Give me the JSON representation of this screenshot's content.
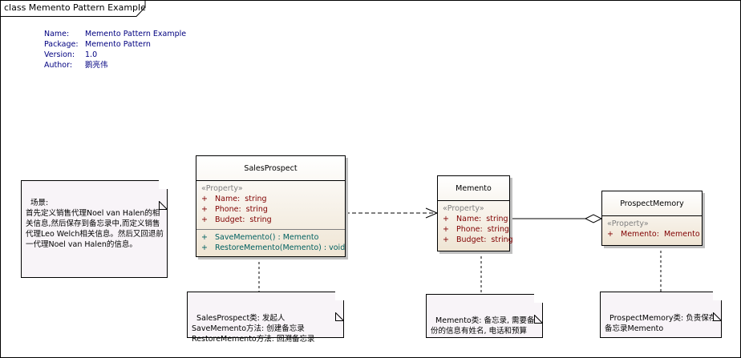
{
  "frame": {
    "title": "class Memento Pattern Example"
  },
  "meta": [
    {
      "key": "Name:",
      "value": "Memento Pattern Example"
    },
    {
      "key": "Package:",
      "value": "Memento Pattern"
    },
    {
      "key": "Version:",
      "value": "1.0"
    },
    {
      "key": "Author:",
      "value": "鹅亮伟"
    }
  ],
  "scenario_note": "场景:\n首先定义销售代理Noel van Halen的相关信息,然后保存到备忘录中,而定义销售代理Leo Welch相关信息。然后又回退前一代理Noel van Halen的信息。",
  "classes": {
    "sales_prospect": {
      "name": "SalesProspect",
      "stereotype": "«Property»",
      "attributes": [
        "+   Name:  string",
        "+   Phone:  string",
        "+   Budget:  string"
      ],
      "operations": [
        "+   SaveMemento() : Memento",
        "+   RestoreMemento(Memento) : void"
      ]
    },
    "memento": {
      "name": "Memento",
      "stereotype": "«Property»",
      "attributes": [
        "+   Name:  string",
        "+   Phone:  string",
        "+   Budget:  string"
      ]
    },
    "prospect_memory": {
      "name": "ProspectMemory",
      "stereotype": "«Property»",
      "attributes": [
        "+   Memento:  Memento"
      ]
    }
  },
  "notes": {
    "sales_prospect": "SalesProspect类: 发起人\nSaveMemento方法: 创建备忘录\nRestoreMemento方法: 回溯备忘录",
    "memento": "Memento类: 备忘录, 需要备份的信息有姓名, 电话和预算",
    "prospect_memory": "ProspectMemory类: 负责保存备忘录Memento"
  }
}
